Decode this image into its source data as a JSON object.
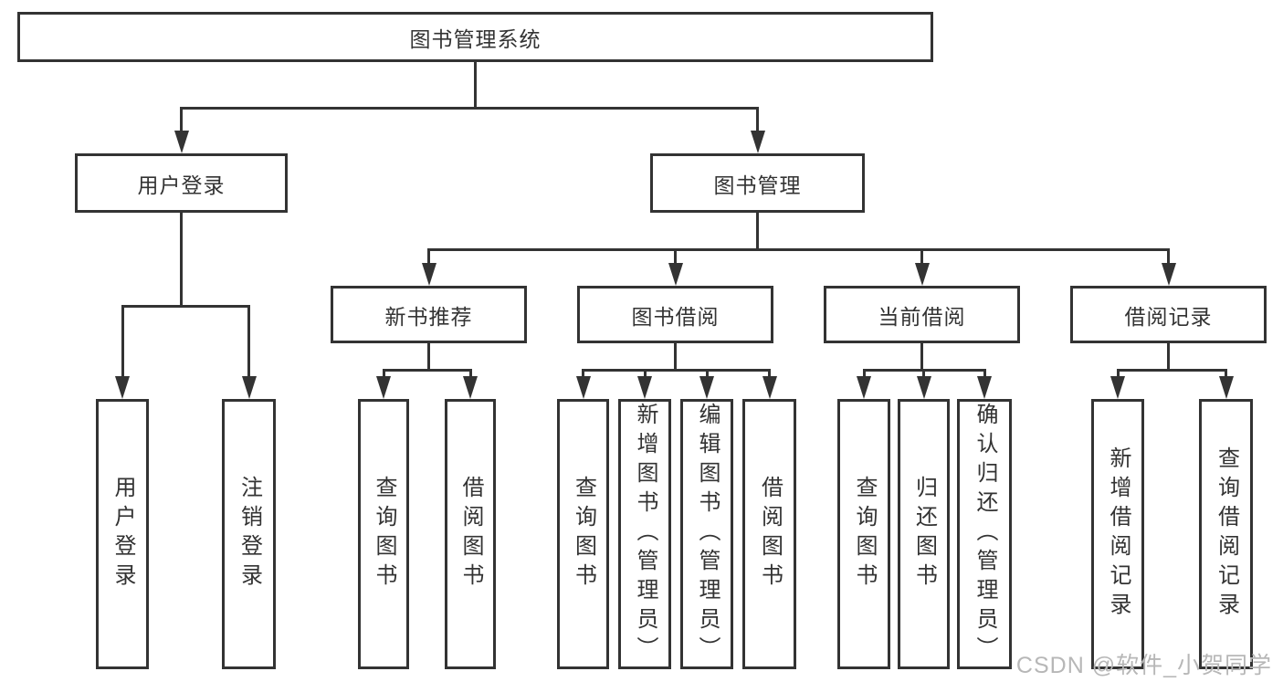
{
  "diagram": {
    "type": "hierarchy-tree",
    "title": "图书管理系统",
    "watermark": "CSDN @软件_小贺同学",
    "colors": {
      "line": "#333333",
      "text": "#333333",
      "background": "#ffffff",
      "watermark": "#b7b7b7"
    },
    "nodes": [
      {
        "id": "root",
        "label": "图书管理系统",
        "parent": null,
        "orientation": "horizontal"
      },
      {
        "id": "user-login",
        "label": "用户登录",
        "parent": "root",
        "orientation": "horizontal"
      },
      {
        "id": "book-mgmt",
        "label": "图书管理",
        "parent": "root",
        "orientation": "horizontal"
      },
      {
        "id": "new-book-rec",
        "label": "新书推荐",
        "parent": "book-mgmt",
        "orientation": "horizontal"
      },
      {
        "id": "book-borrow",
        "label": "图书借阅",
        "parent": "book-mgmt",
        "orientation": "horizontal"
      },
      {
        "id": "current-borrow",
        "label": "当前借阅",
        "parent": "book-mgmt",
        "orientation": "horizontal"
      },
      {
        "id": "borrow-records",
        "label": "借阅记录",
        "parent": "book-mgmt",
        "orientation": "horizontal"
      },
      {
        "id": "leaf-user-login",
        "label": "用户登录",
        "parent": "user-login",
        "orientation": "vertical"
      },
      {
        "id": "leaf-logout",
        "label": "注销登录",
        "parent": "user-login",
        "orientation": "vertical"
      },
      {
        "id": "leaf-query-book-1",
        "label": "查询图书",
        "parent": "new-book-rec",
        "orientation": "vertical"
      },
      {
        "id": "leaf-borrow-book-1",
        "label": "借阅图书",
        "parent": "new-book-rec",
        "orientation": "vertical"
      },
      {
        "id": "leaf-query-book-2",
        "label": "查询图书",
        "parent": "book-borrow",
        "orientation": "vertical"
      },
      {
        "id": "leaf-add-book",
        "label": "新增图书（管理员）",
        "parent": "book-borrow",
        "orientation": "vertical"
      },
      {
        "id": "leaf-edit-book",
        "label": "编辑图书（管理员）",
        "parent": "book-borrow",
        "orientation": "vertical"
      },
      {
        "id": "leaf-borrow-book-2",
        "label": "借阅图书",
        "parent": "book-borrow",
        "orientation": "vertical"
      },
      {
        "id": "leaf-query-book-3",
        "label": "查询图书",
        "parent": "current-borrow",
        "orientation": "vertical"
      },
      {
        "id": "leaf-return-book",
        "label": "归还图书",
        "parent": "current-borrow",
        "orientation": "vertical"
      },
      {
        "id": "leaf-confirm-return",
        "label": "确认归还（管理员）",
        "parent": "current-borrow",
        "orientation": "vertical"
      },
      {
        "id": "leaf-add-borrow-record",
        "label": "新增借阅记录",
        "parent": "borrow-records",
        "orientation": "vertical"
      },
      {
        "id": "leaf-query-borrow-record",
        "label": "查询借阅记录",
        "parent": "borrow-records",
        "orientation": "vertical"
      }
    ]
  }
}
